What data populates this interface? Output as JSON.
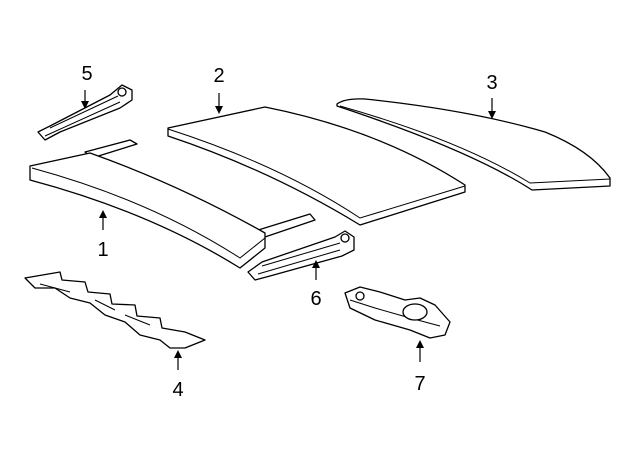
{
  "diagram": {
    "callouts": [
      {
        "number": "1",
        "part": "roof-panel-front"
      },
      {
        "number": "2",
        "part": "roof-panel-center"
      },
      {
        "number": "3",
        "part": "roof-panel-rear"
      },
      {
        "number": "4",
        "part": "insulator"
      },
      {
        "number": "5",
        "part": "bracket-left"
      },
      {
        "number": "6",
        "part": "bracket-right"
      },
      {
        "number": "7",
        "part": "latch-assembly"
      }
    ]
  }
}
